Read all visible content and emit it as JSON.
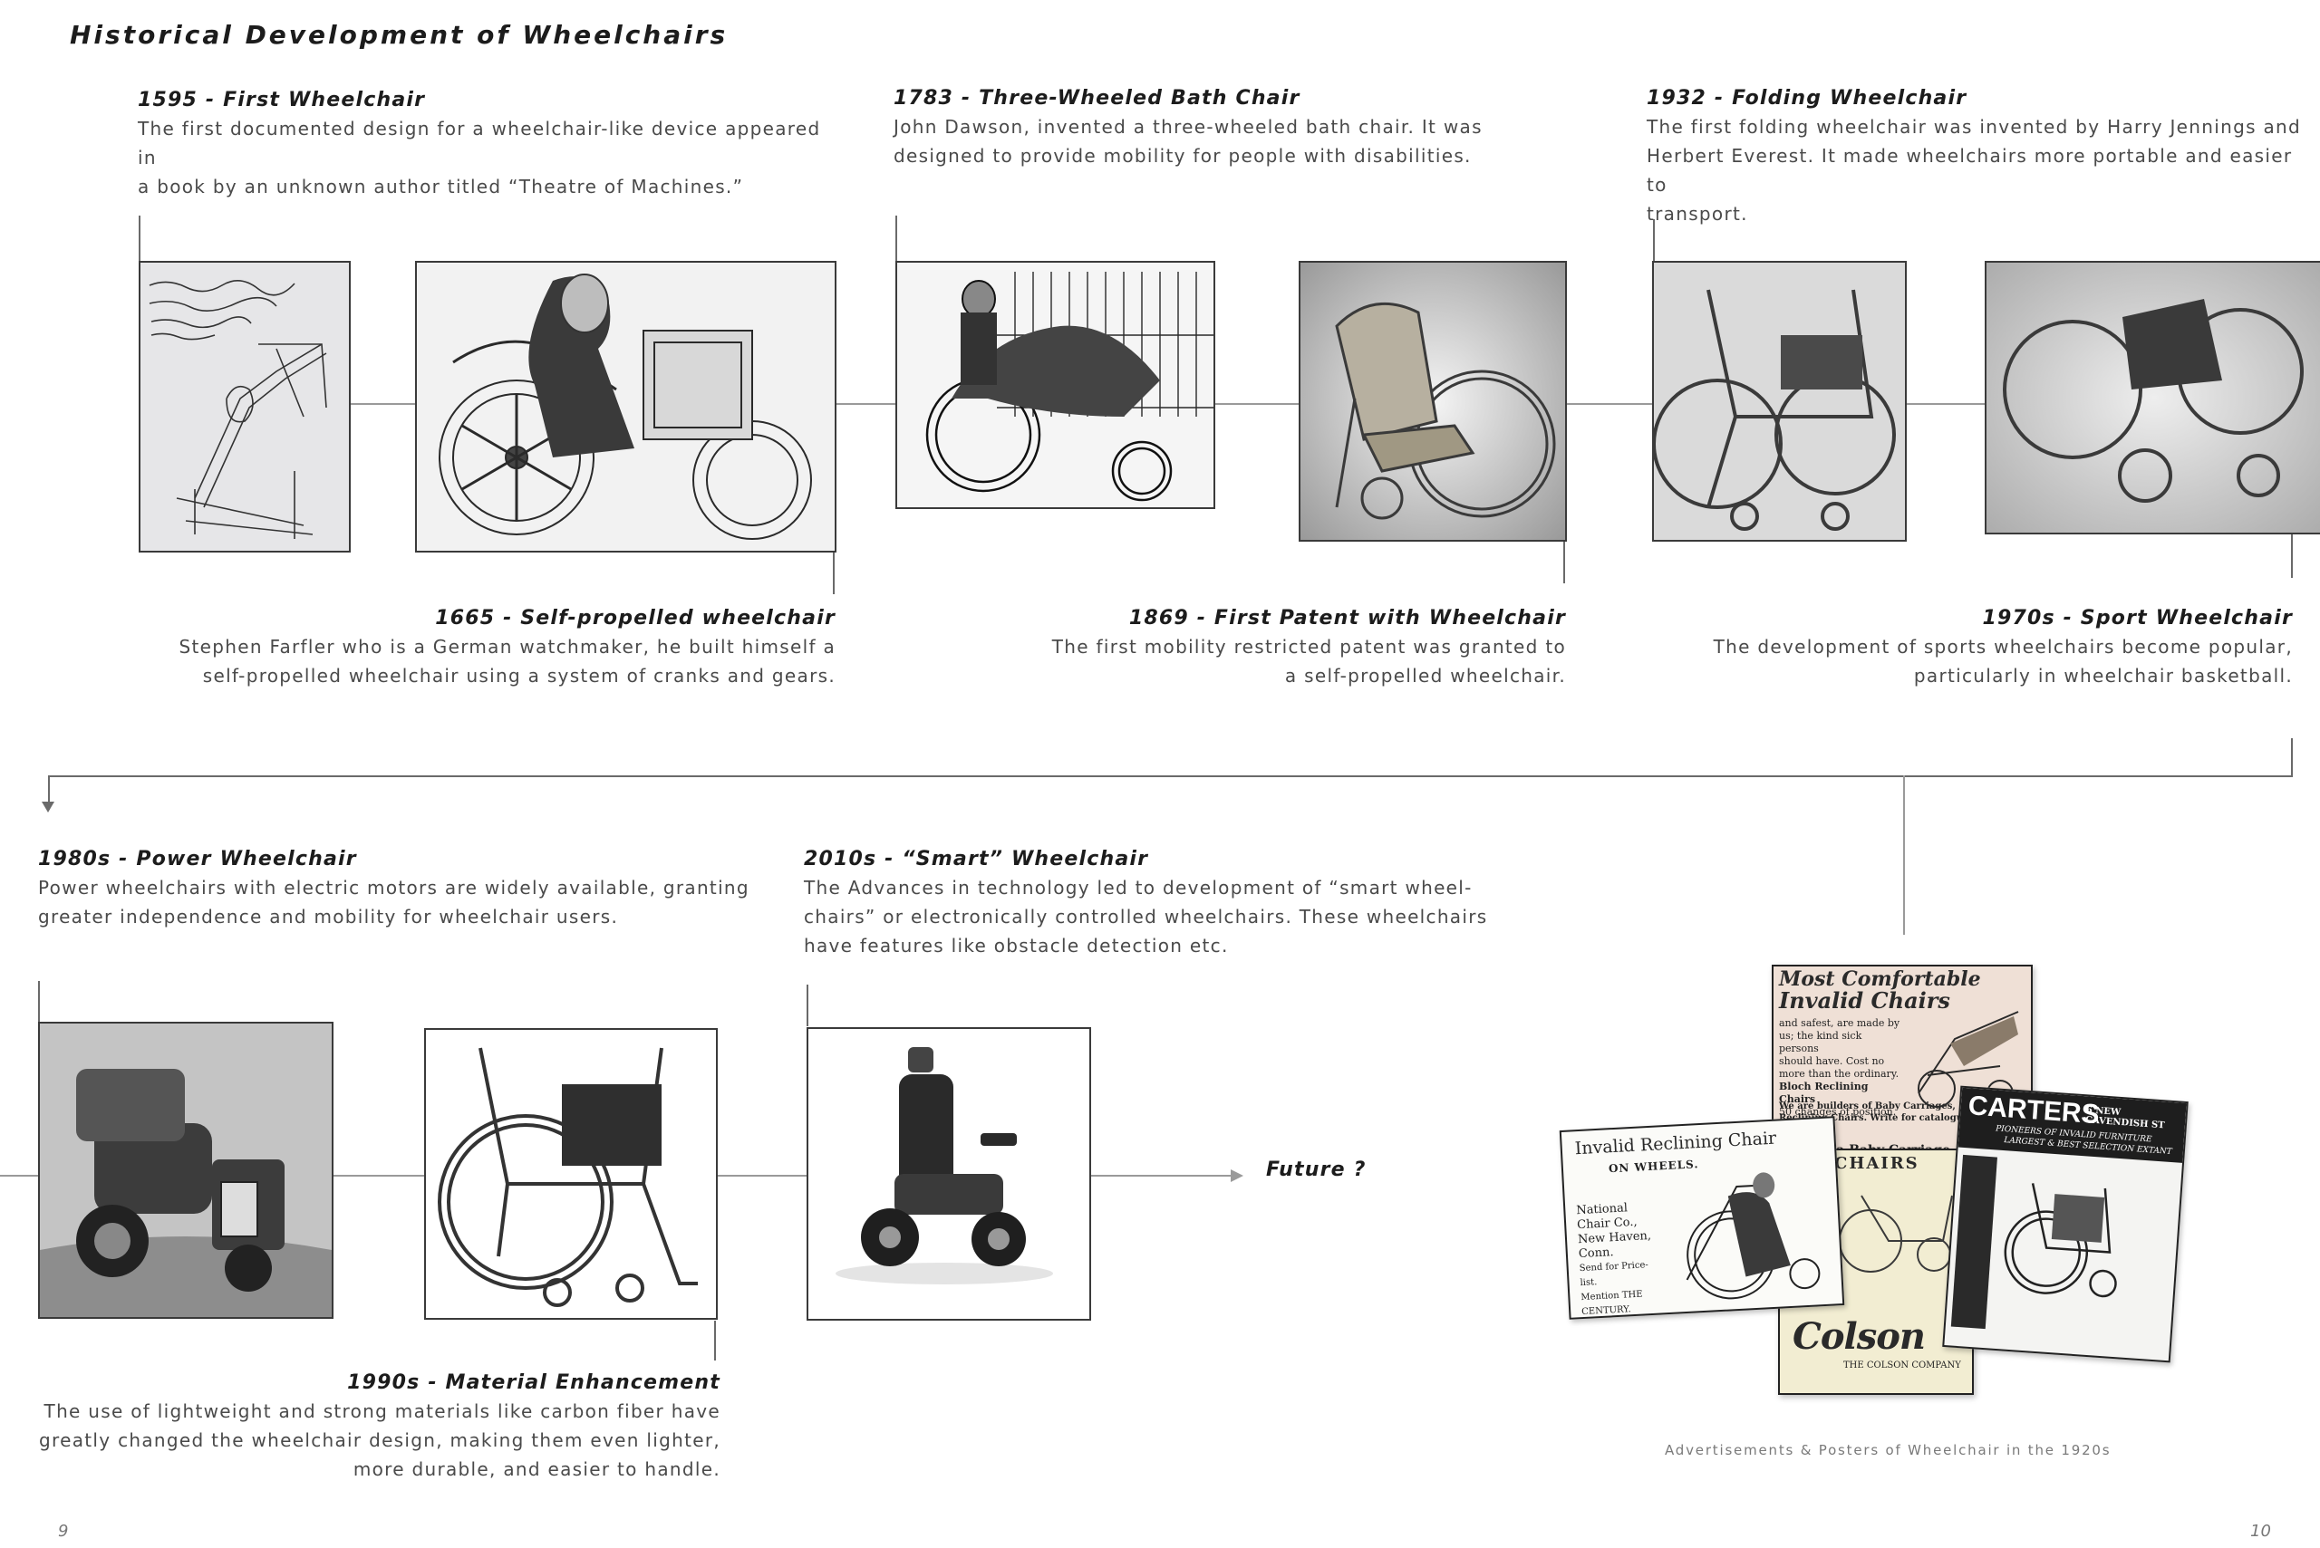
{
  "page": {
    "title": "Historical Development of Wheelchairs",
    "page_left": "9",
    "page_right": "10",
    "future_label": "Future ?",
    "ads_caption": "Advertisements & Posters of Wheelchair in the 1920s"
  },
  "events": {
    "e1595": {
      "title": "1595 - First Wheelchair",
      "lines": [
        "The first documented design for a wheelchair-like device appeared in",
        "a book by an unknown author titled “Theatre of Machines.”"
      ]
    },
    "e1665": {
      "title": "1665 - Self-propelled wheelchair",
      "lines": [
        "Stephen Farfler who is a German watchmaker, he built himself a",
        "self-propelled wheelchair using a system of cranks and gears."
      ]
    },
    "e1783": {
      "title": "1783 - Three-Wheeled Bath Chair",
      "lines": [
        "John Dawson, invented a three-wheeled bath chair.  It was",
        "designed to provide mobility for people with disabilities."
      ]
    },
    "e1869": {
      "title": "1869 - First Patent with Wheelchair",
      "lines": [
        "The first mobility restricted patent was granted to",
        "a self-propelled wheelchair."
      ]
    },
    "e1932": {
      "title": "1932 - Folding Wheelchair",
      "lines": [
        "The first folding wheelchair was invented by Harry Jennings and",
        "Herbert Everest.  It made wheelchairs more portable and easier to",
        "transport."
      ]
    },
    "e1970": {
      "title": "1970s - Sport Wheelchair",
      "lines": [
        "The development of sports wheelchairs become popular,",
        "particularly in wheelchair basketball."
      ]
    },
    "e1980": {
      "title": "1980s - Power Wheelchair",
      "lines": [
        "Power wheelchairs with electric motors are widely available, granting",
        "greater independence and mobility for wheelchair users."
      ]
    },
    "e1990": {
      "title": "1990s - Material Enhancement",
      "lines": [
        "The use of lightweight and strong materials like carbon fiber have",
        "greatly changed the wheelchair design, making them even lighter,",
        "more durable, and easier to handle."
      ]
    },
    "e2010": {
      "title": "2010s - “Smart” Wheelchair",
      "lines": [
        "The Advances in technology led to development of “smart wheel-",
        "chairs” or electronically controlled wheelchairs. These wheelchairs",
        "have features like obstacle detection etc."
      ]
    }
  },
  "ads": {
    "ad1_head1": "Most Comfortable",
    "ad1_head2": "Invalid Chairs",
    "ad1_l1": "and safest, are made by",
    "ad1_l2": "us; the kind sick persons",
    "ad1_l3": "should have.  Cost no",
    "ad1_l4": "more than the ordinary.",
    "ad1_l5": "Bloch Reclining Chairs",
    "ad1_l6": "50 changes of position.",
    "ad1_l7": "We are builders of Baby Carriages, Invalid and",
    "ad1_l8": "Reclining Chairs.  Write for catalogue.",
    "ad1_l9": "delphia Baby Carriage",
    "ad2_head": "Invalid Reclining Chair",
    "ad2_sub": "ON WHEELS.",
    "ad2_l1": "National",
    "ad2_l2": "Chair Co.,",
    "ad2_l3": "New Haven,",
    "ad2_l4": "Conn.",
    "ad2_l5": "Send for Price-",
    "ad2_l6": "list.",
    "ad2_l7": "Mention THE",
    "ad2_l8": "CENTURY.",
    "ad3_head": "CHAIRS",
    "ad3_logo": "Colson",
    "ad3_co": "THE COLSON COMPANY",
    "ad4_head": "CARTERS",
    "ad4_addr": "6 NEW CAVENDISH ST",
    "ad4_l1": "PIONEERS OF INVALID FURNITURE",
    "ad4_l2": "LARGEST & BEST SELECTION EXTANT"
  }
}
